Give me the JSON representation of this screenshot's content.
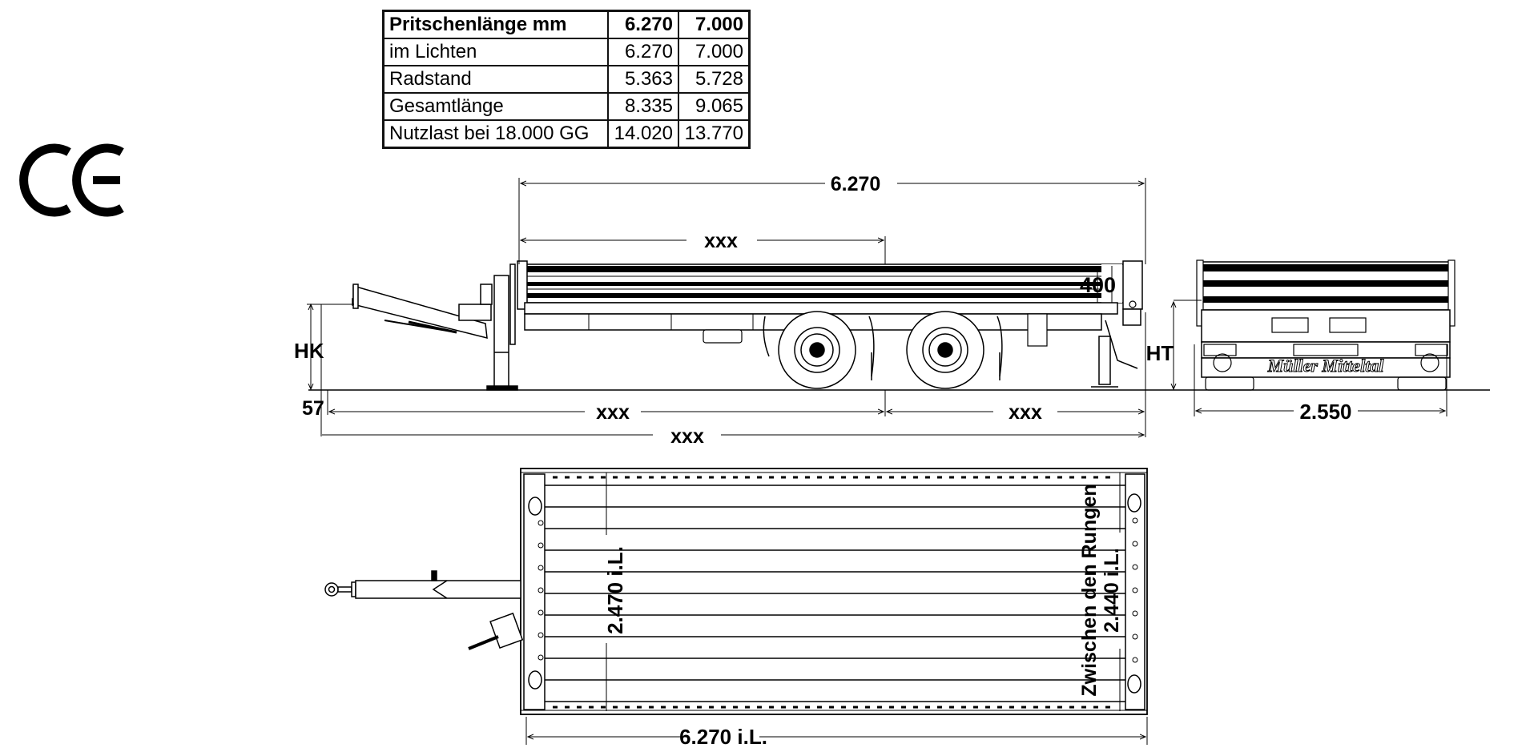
{
  "certification": {
    "mark": "CE"
  },
  "spec_table": {
    "header": {
      "label": "Pritschenlänge mm",
      "v1": "6.270",
      "v2": "7.000"
    },
    "rows": [
      {
        "label": "im Lichten",
        "v1": "6.270",
        "v2": "7.000"
      },
      {
        "label": "Radstand",
        "v1": "5.363",
        "v2": "5.728"
      },
      {
        "label": "Gesamtlänge",
        "v1": "8.335",
        "v2": "9.065"
      },
      {
        "label": "Nutzlast bei 18.000 GG",
        "v1": "14.020",
        "v2": "13.770"
      }
    ]
  },
  "side_view": {
    "platform_length": "6.270",
    "front_to_axle": "xxx",
    "side_height": "400",
    "hitch_height_label": "HK",
    "ground_offset": "57",
    "drawbar_to_axle": "xxx",
    "axle_to_rear": "xxx",
    "overall_length": "xxx"
  },
  "rear_view": {
    "height_label": "HT",
    "width": "2.550",
    "brand": "Müller Mitteltal"
  },
  "top_view": {
    "inner_width_front": "2.470 i.L.",
    "stake_label": "Zwischen den Rungen",
    "inner_width_rear": "2.440 i.L.",
    "inner_length": "6.270 i.L."
  }
}
